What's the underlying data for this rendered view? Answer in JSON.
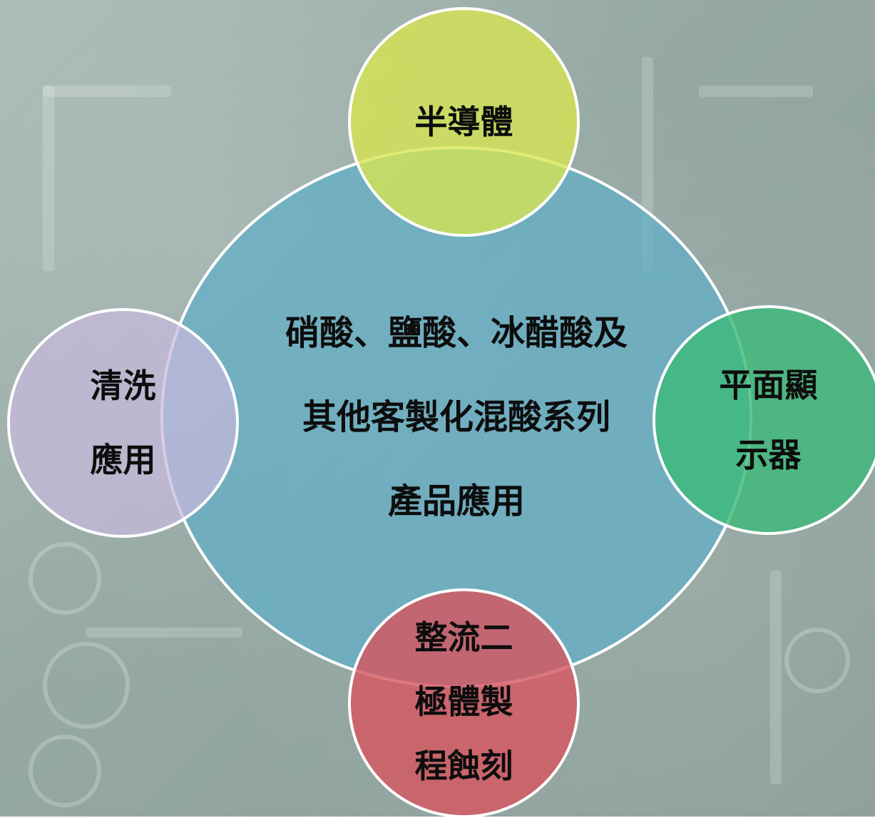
{
  "center": {
    "lines": [
      "硝酸、鹽酸、冰醋酸及",
      "其他客製化混酸系列",
      "產品應用"
    ]
  },
  "top": {
    "lines": [
      "半導體"
    ]
  },
  "left": {
    "lines": [
      "清洗",
      "應用"
    ]
  },
  "right": {
    "lines": [
      "平面顯",
      "示器"
    ]
  },
  "bottom": {
    "lines": [
      "整流二",
      "極體製",
      "程蝕刻"
    ]
  },
  "colors": {
    "center": "#5fafc8",
    "top": "#d7e650",
    "left": "#c8b9dc",
    "right": "#3cb978",
    "bottom": "#d7555f",
    "outline": "#ffffff"
  }
}
